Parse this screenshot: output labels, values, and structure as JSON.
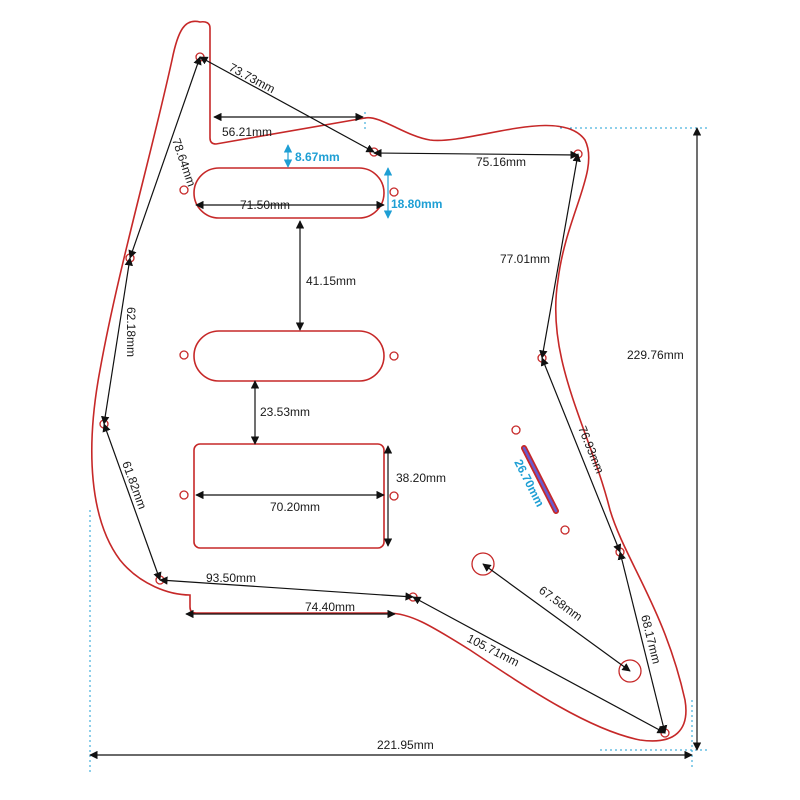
{
  "dimensions": {
    "d1": "73.73mm",
    "d2": "56.21mm",
    "d3": "75.16mm",
    "d4": "78.64mm",
    "d5": "8.67mm",
    "d6": "71.50mm",
    "d7": "18.80mm",
    "d8": "77.01mm",
    "d9": "229.76mm",
    "d10": "41.15mm",
    "d11": "62.18mm",
    "d12": "23.53mm",
    "d13": "76.93mm",
    "d14": "26.70mm",
    "d15": "38.20mm",
    "d16": "61.82mm",
    "d17": "70.20mm",
    "d18": "93.50mm",
    "d19": "74.40mm",
    "d20": "67.58mm",
    "d21": "68.17mm",
    "d22": "105.71mm",
    "d23": "221.95mm"
  },
  "colors": {
    "outline": "#c62828",
    "dimension": "#111111",
    "highlight": "#1e9fd4",
    "slot_fill": "#6a5acd"
  }
}
